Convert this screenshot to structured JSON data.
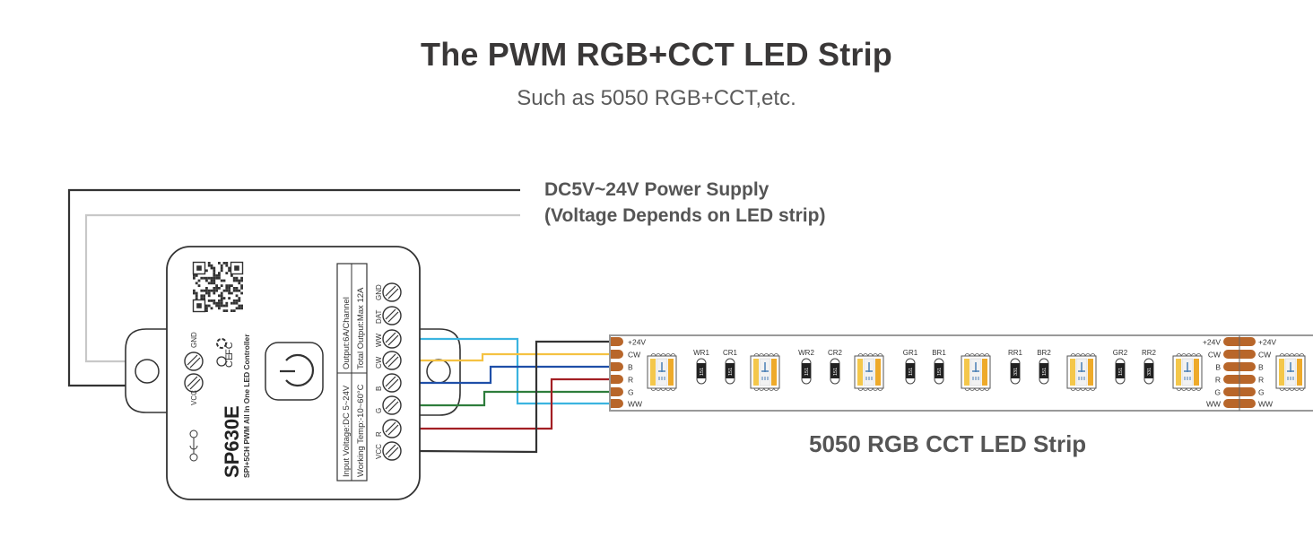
{
  "header": {
    "title": "The PWM RGB+CCT LED Strip",
    "subtitle": "Such as 5050 RGB+CCT,etc."
  },
  "power_supply": {
    "line1": "DC5V~24V Power Supply",
    "line2": "(Voltage Depends on LED strip)"
  },
  "controller": {
    "model": "SP630E",
    "description": "SPI+5CH PWM All In One LED Controller",
    "input_terminals": [
      "VCC",
      "GND"
    ],
    "output_terminals": [
      "GND",
      "DAT",
      "WW",
      "CW",
      "B",
      "G",
      "R",
      "VCC"
    ],
    "spec_input_voltage": "Input Voltage:DC 5~24V",
    "spec_working_temp": "Working Temp:-10~60°C",
    "spec_output": "Output:6A/Channel",
    "spec_total_output": "Total Output:Max 12A",
    "certifications": [
      "CE",
      "FC"
    ],
    "power_button_icon": "power-icon"
  },
  "strip": {
    "label": "5050 RGB CCT LED Strip",
    "pads": [
      "+24V",
      "CW",
      "B",
      "R",
      "G",
      "WW"
    ],
    "resistor_labels": [
      "WR1",
      "CR1",
      "WR2",
      "CR2",
      "GR1",
      "BR1",
      "RR1",
      "BR2",
      "GR2",
      "RR2"
    ],
    "resistor_codes": [
      "151",
      "151",
      "151",
      "151",
      "151",
      "151",
      "331",
      "151",
      "151",
      "331"
    ]
  },
  "wire_colors": {
    "vcc": "#333333",
    "cw": "#f5c242",
    "b": "#1f4fa8",
    "r": "#a31f24",
    "g": "#2e7d3c",
    "ww": "#3bb4e0",
    "psu_pos": "#333333",
    "psu_neg": "#c8c8c8",
    "pad": "#b8662a"
  }
}
